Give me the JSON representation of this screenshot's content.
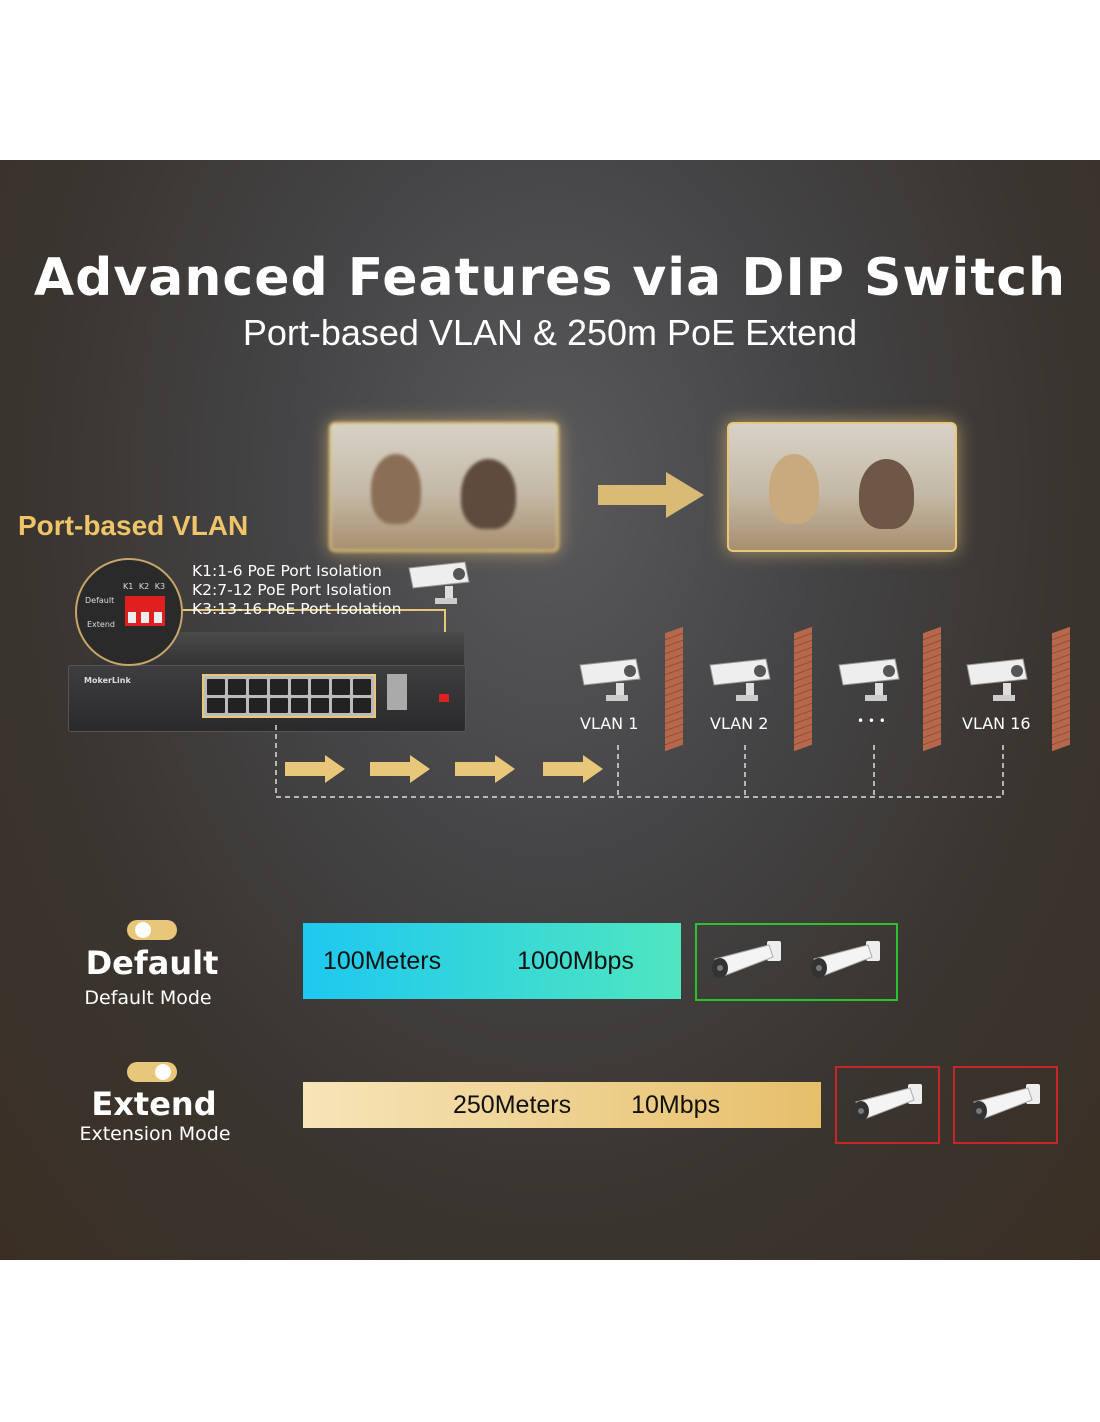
{
  "header": {
    "title": "Advanced Features via DIP Switch",
    "subtitle": "Port-based VLAN & 250m PoE Extend"
  },
  "vlan_section": {
    "heading": "Port-based VLAN",
    "dip": {
      "keys": [
        "K1",
        "K2",
        "K3"
      ],
      "default_label": "Default",
      "extend_label": "Extend"
    },
    "isolation_lines": [
      "K1:1-6 PoE Port Isolation",
      "K2:7-12 PoE Port Isolation",
      "K3:13-16 PoE Port Isolation"
    ],
    "switch_brand": "MokerLink",
    "vlans": [
      "VLAN 1",
      "VLAN 2",
      "• • •",
      "VLAN 16"
    ]
  },
  "modes": [
    {
      "title": "Default",
      "subtitle": "Default Mode",
      "distance": "100Meters",
      "speed": "1000Mbps",
      "box_color": "#2fbf2f",
      "toggle_state": "left"
    },
    {
      "title": "Extend",
      "subtitle": "Extension Mode",
      "distance": "250Meters",
      "speed": "10Mbps",
      "box_color": "#c62626",
      "toggle_state": "right"
    }
  ],
  "colors": {
    "accent_gold": "#e8c77a",
    "default_bar_start": "#1ec8f0",
    "default_bar_end": "#4fe6c0",
    "extend_bar_start": "#f7e4b8",
    "extend_bar_end": "#e6bf6a"
  }
}
